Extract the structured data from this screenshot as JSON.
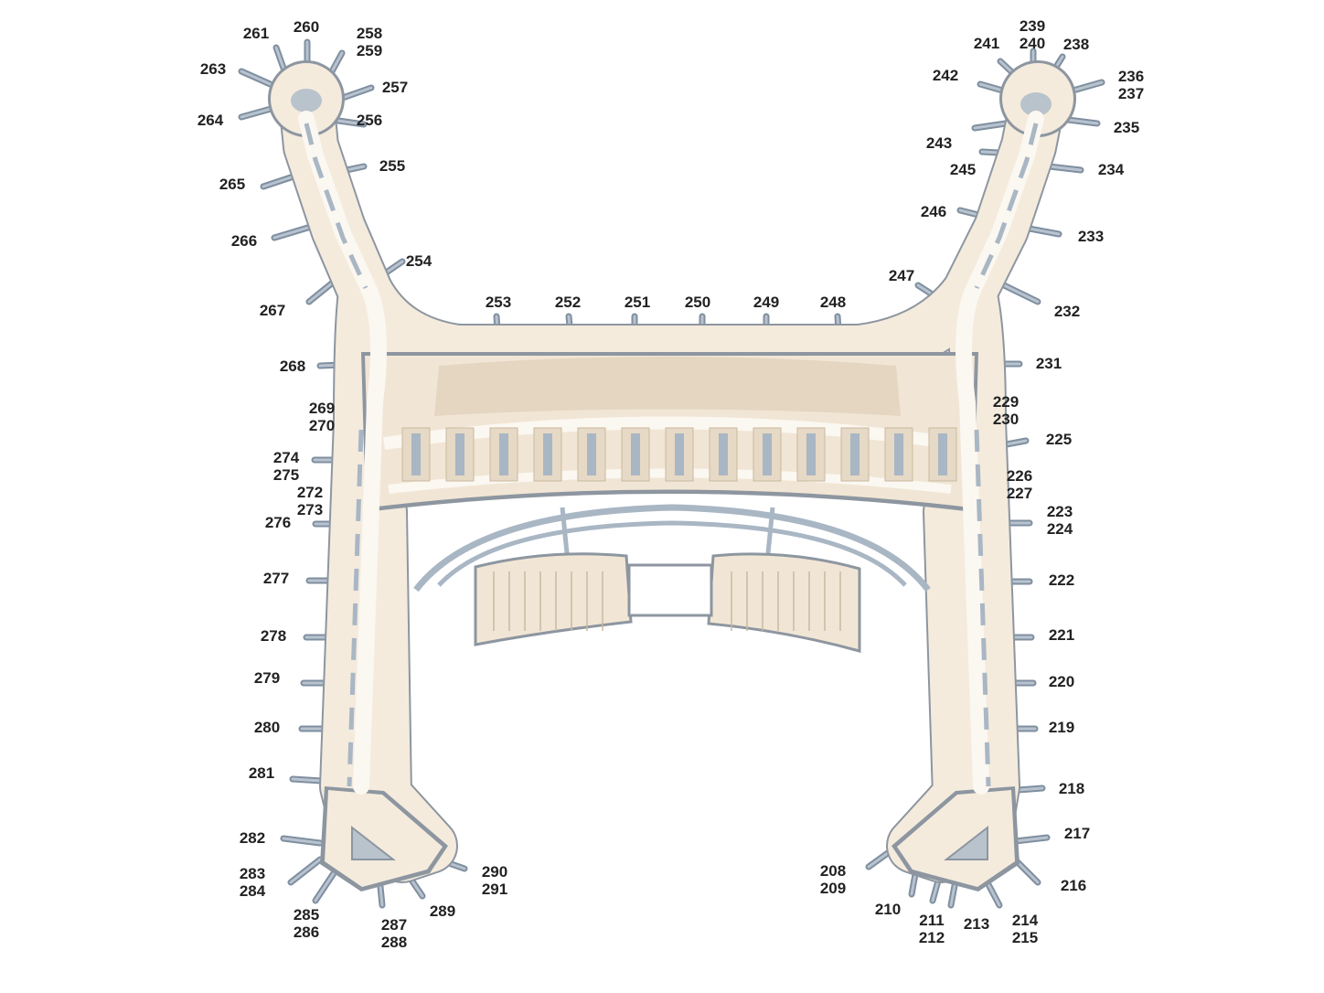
{
  "map": {
    "colors": {
      "floor": "#f4ebdd",
      "floor_dark": "#e6d9c5",
      "walls": "#8d96a0",
      "jetway": "#7f8fa0",
      "glass": "#a9b6c4",
      "label": "#222222"
    },
    "gates": [
      {
        "id": "g208",
        "label": "208",
        "label2": "209"
      },
      {
        "id": "g210",
        "label": "210",
        "label2": ""
      },
      {
        "id": "g211",
        "label": "211",
        "label2": "212"
      },
      {
        "id": "g213",
        "label": "213",
        "label2": ""
      },
      {
        "id": "g214",
        "label": "214",
        "label2": "215"
      },
      {
        "id": "g216",
        "label": "216",
        "label2": ""
      },
      {
        "id": "g217",
        "label": "217",
        "label2": ""
      },
      {
        "id": "g218",
        "label": "218",
        "label2": ""
      },
      {
        "id": "g219",
        "label": "219",
        "label2": ""
      },
      {
        "id": "g220",
        "label": "220",
        "label2": ""
      },
      {
        "id": "g221",
        "label": "221",
        "label2": ""
      },
      {
        "id": "g222",
        "label": "222",
        "label2": ""
      },
      {
        "id": "g223",
        "label": "223",
        "label2": "224"
      },
      {
        "id": "g225",
        "label": "225",
        "label2": ""
      },
      {
        "id": "g226",
        "label": "226",
        "label2": "227"
      },
      {
        "id": "g229",
        "label": "229",
        "label2": "230"
      },
      {
        "id": "g231",
        "label": "231",
        "label2": ""
      },
      {
        "id": "g232",
        "label": "232",
        "label2": ""
      },
      {
        "id": "g233",
        "label": "233",
        "label2": ""
      },
      {
        "id": "g234",
        "label": "234",
        "label2": ""
      },
      {
        "id": "g235",
        "label": "235",
        "label2": ""
      },
      {
        "id": "g236",
        "label": "236",
        "label2": "237"
      },
      {
        "id": "g238",
        "label": "238",
        "label2": ""
      },
      {
        "id": "g239",
        "label": "239",
        "label2": "240"
      },
      {
        "id": "g241",
        "label": "241",
        "label2": ""
      },
      {
        "id": "g242",
        "label": "242",
        "label2": ""
      },
      {
        "id": "g243",
        "label": "243",
        "label2": ""
      },
      {
        "id": "g245",
        "label": "245",
        "label2": ""
      },
      {
        "id": "g246",
        "label": "246",
        "label2": ""
      },
      {
        "id": "g247",
        "label": "247",
        "label2": ""
      },
      {
        "id": "g248",
        "label": "248",
        "label2": ""
      },
      {
        "id": "g249",
        "label": "249",
        "label2": ""
      },
      {
        "id": "g250",
        "label": "250",
        "label2": ""
      },
      {
        "id": "g251",
        "label": "251",
        "label2": ""
      },
      {
        "id": "g252",
        "label": "252",
        "label2": ""
      },
      {
        "id": "g253",
        "label": "253",
        "label2": ""
      },
      {
        "id": "g254",
        "label": "254",
        "label2": ""
      },
      {
        "id": "g255",
        "label": "255",
        "label2": ""
      },
      {
        "id": "g256",
        "label": "256",
        "label2": ""
      },
      {
        "id": "g257",
        "label": "257",
        "label2": ""
      },
      {
        "id": "g258",
        "label": "258",
        "label2": "259"
      },
      {
        "id": "g260",
        "label": "260",
        "label2": ""
      },
      {
        "id": "g261",
        "label": "261",
        "label2": ""
      },
      {
        "id": "g263",
        "label": "263",
        "label2": ""
      },
      {
        "id": "g264",
        "label": "264",
        "label2": ""
      },
      {
        "id": "g265",
        "label": "265",
        "label2": ""
      },
      {
        "id": "g266",
        "label": "266",
        "label2": ""
      },
      {
        "id": "g267",
        "label": "267",
        "label2": ""
      },
      {
        "id": "g268",
        "label": "268",
        "label2": ""
      },
      {
        "id": "g269",
        "label": "269",
        "label2": "270"
      },
      {
        "id": "g272",
        "label": "272",
        "label2": "273"
      },
      {
        "id": "g274",
        "label": "274",
        "label2": "275"
      },
      {
        "id": "g276",
        "label": "276",
        "label2": ""
      },
      {
        "id": "g277",
        "label": "277",
        "label2": ""
      },
      {
        "id": "g278",
        "label": "278",
        "label2": ""
      },
      {
        "id": "g279",
        "label": "279",
        "label2": ""
      },
      {
        "id": "g280",
        "label": "280",
        "label2": ""
      },
      {
        "id": "g281",
        "label": "281",
        "label2": ""
      },
      {
        "id": "g282",
        "label": "282",
        "label2": ""
      },
      {
        "id": "g283",
        "label": "283",
        "label2": "284"
      },
      {
        "id": "g285",
        "label": "285",
        "label2": "286"
      },
      {
        "id": "g287",
        "label": "287",
        "label2": "288"
      },
      {
        "id": "g289",
        "label": "289",
        "label2": ""
      },
      {
        "id": "g290",
        "label": "290",
        "label2": "291"
      }
    ]
  }
}
